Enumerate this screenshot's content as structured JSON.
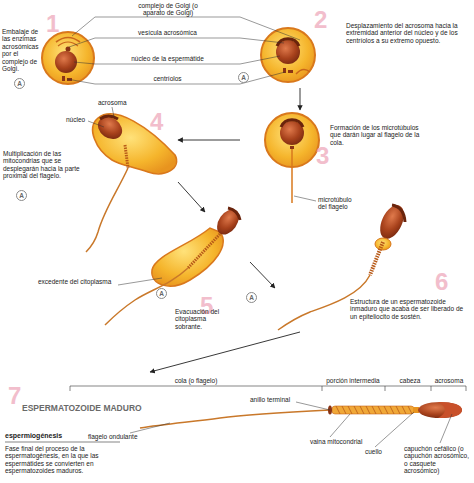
{
  "diagram": {
    "nodes": [
      {
        "text": [
          "1",
          "Embalaje de las enzimas acrosómicas por el complejo de Golgi."
        ]
      },
      {
        "text": [
          "2",
          "Desplazamiento del acrosoma hacia la extremidad anterior del núcleo y de los centríolos a su extremo opuesto."
        ]
      },
      {
        "text": [
          "3",
          "Formación de los microtúbulos que darán lugar al flagelo de la cola."
        ]
      },
      {
        "text": [
          "4",
          "Multiplicación de las mitocondrias que se desplegarán hacia la parte proximal del flagelo."
        ]
      },
      {
        "text": [
          "5",
          "Evacuación del citoplasma sobrante."
        ]
      },
      {
        "text": [
          "6",
          "Estructura de un espermatozoide inmaduro que acaba de ser liberado de un epiteliocito de sostén."
        ]
      },
      {
        "text": [
          "7",
          "ESPERMATOZOIDE MADURO"
        ]
      }
    ],
    "edges": [
      {
        "from": 0,
        "to": 1,
        "label": "complejo de Golgi (o aparato de Golgi)",
        "arrow": "none"
      },
      {
        "from": 0,
        "to": 1,
        "label": "vesícula acrosómica",
        "arrow": "none"
      },
      {
        "from": 0,
        "to": 1,
        "label": "núcleo de la espermátide",
        "arrow": "none"
      },
      {
        "from": 0,
        "to": 1,
        "label": "centríolos",
        "arrow": "none"
      },
      {
        "from": 1,
        "to": 2,
        "arrow": "to"
      },
      {
        "from": 2,
        "to": 3,
        "arrow": "to"
      },
      {
        "from": 3,
        "to": 4,
        "arrow": "to"
      },
      {
        "from": 4,
        "to": 5,
        "arrow": "to"
      },
      {
        "from": 5,
        "to": 6,
        "arrow": "to"
      }
    ],
    "labels": [
      "acrosoma",
      "núcleo",
      "microtúbulo del flagelo",
      "excedente del citoplasma",
      "cola (o flagelo)",
      "porción intermedia",
      "cabeza",
      "acrosoma",
      "anillo terminal",
      "flagelo ondulante",
      "vaina mitocondrial",
      "cuello",
      "capuchón cefálico (o capuchón acrosómico, o casquete acrosómico)",
      "espermiogénesis",
      "Fase final del proceso de la espermatogénesis, en la que las espermátides se convierten en espermatozoides maduros.",
      "A",
      "A",
      "A",
      "A",
      "A"
    ]
  }
}
